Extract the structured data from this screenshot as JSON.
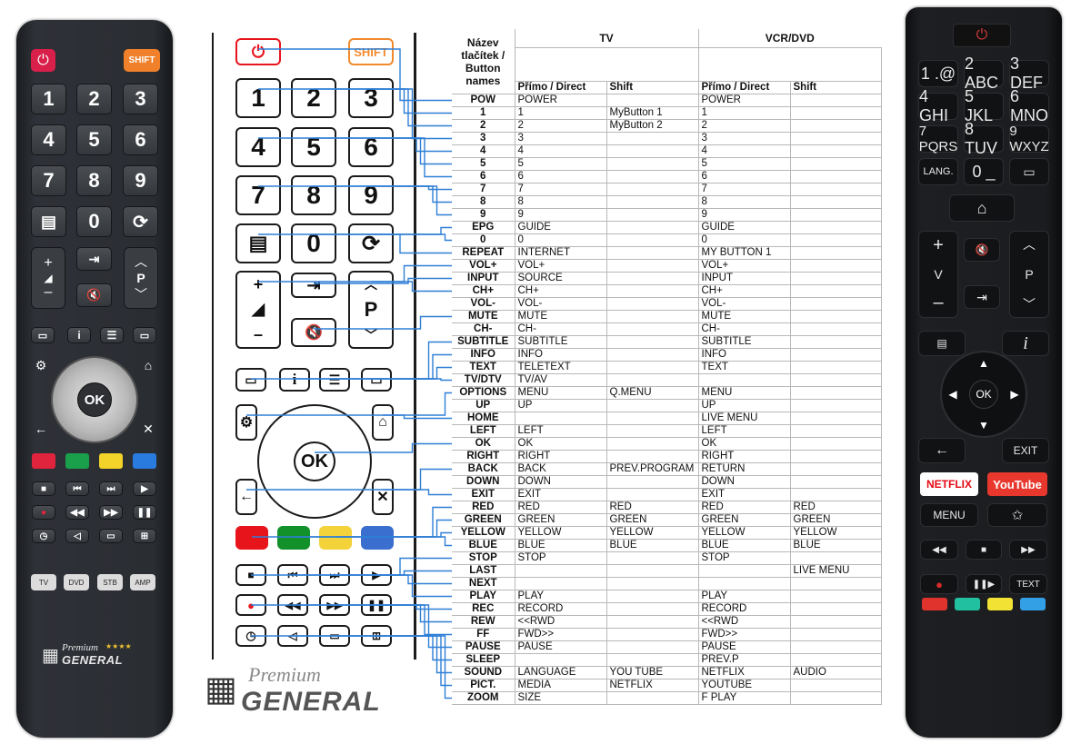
{
  "left_remote": {
    "power": "⏻",
    "shift": "SHIFT",
    "digits": [
      "1",
      "2",
      "3",
      "4",
      "5",
      "6",
      "7",
      "8",
      "9",
      "0"
    ],
    "p_label": "P",
    "ok": "OK",
    "source_buttons": [
      "TV",
      "DVD",
      "STB",
      "AMP"
    ],
    "brand_premium": "Premium",
    "brand_stars": "★★★★",
    "brand_name": "GENERAL"
  },
  "diagram": {
    "power": "⏻",
    "shift": "SHIFT",
    "digits": [
      "1",
      "2",
      "3",
      "4",
      "5",
      "6",
      "7",
      "8",
      "9",
      "0"
    ],
    "p_label": "P",
    "vol_plus": "+",
    "vol_minus": "–",
    "ok": "OK",
    "brand_premium": "Premium",
    "brand_name": "GENERAL",
    "colors": {
      "red": "#e8141c",
      "green": "#12912a",
      "yellow": "#f3d23a",
      "blue": "#3a6fd0",
      "power_border": "#e8141c",
      "shift_border": "#f08a2c"
    }
  },
  "table": {
    "header_name": [
      "Název",
      "tlačítek /",
      "Button",
      "names"
    ],
    "group_tv": "TV",
    "group_vcr": "VCR/DVD",
    "sub_direct": "Přímo / Direct",
    "sub_shift": "Shift",
    "rows": [
      {
        "name": "POW",
        "tv": "POWER",
        "tv_shift": "",
        "vcr": "POWER",
        "vcr_shift": ""
      },
      {
        "name": "1",
        "tv": "1",
        "tv_shift": "MyButton 1",
        "vcr": "1",
        "vcr_shift": ""
      },
      {
        "name": "2",
        "tv": "2",
        "tv_shift": "MyButton 2",
        "vcr": "2",
        "vcr_shift": ""
      },
      {
        "name": "3",
        "tv": "3",
        "tv_shift": "",
        "vcr": "3",
        "vcr_shift": ""
      },
      {
        "name": "4",
        "tv": "4",
        "tv_shift": "",
        "vcr": "4",
        "vcr_shift": ""
      },
      {
        "name": "5",
        "tv": "5",
        "tv_shift": "",
        "vcr": "5",
        "vcr_shift": ""
      },
      {
        "name": "6",
        "tv": "6",
        "tv_shift": "",
        "vcr": "6",
        "vcr_shift": ""
      },
      {
        "name": "7",
        "tv": "7",
        "tv_shift": "",
        "vcr": "7",
        "vcr_shift": ""
      },
      {
        "name": "8",
        "tv": "8",
        "tv_shift": "",
        "vcr": "8",
        "vcr_shift": ""
      },
      {
        "name": "9",
        "tv": "9",
        "tv_shift": "",
        "vcr": "9",
        "vcr_shift": ""
      },
      {
        "name": "EPG",
        "tv": "GUIDE",
        "tv_shift": "",
        "vcr": "GUIDE",
        "vcr_shift": ""
      },
      {
        "name": "0",
        "tv": "0",
        "tv_shift": "",
        "vcr": "0",
        "vcr_shift": ""
      },
      {
        "name": "REPEAT",
        "tv": "INTERNET",
        "tv_shift": "",
        "vcr": "MY BUTTON 1",
        "vcr_shift": ""
      },
      {
        "name": "VOL+",
        "tv": "VOL+",
        "tv_shift": "",
        "vcr": "VOL+",
        "vcr_shift": ""
      },
      {
        "name": "INPUT",
        "tv": "SOURCE",
        "tv_shift": "",
        "vcr": "INPUT",
        "vcr_shift": ""
      },
      {
        "name": "CH+",
        "tv": "CH+",
        "tv_shift": "",
        "vcr": "CH+",
        "vcr_shift": ""
      },
      {
        "name": "VOL-",
        "tv": "VOL-",
        "tv_shift": "",
        "vcr": "VOL-",
        "vcr_shift": ""
      },
      {
        "name": "MUTE",
        "tv": "MUTE",
        "tv_shift": "",
        "vcr": "MUTE",
        "vcr_shift": ""
      },
      {
        "name": "CH-",
        "tv": "CH-",
        "tv_shift": "",
        "vcr": "CH-",
        "vcr_shift": ""
      },
      {
        "name": "SUBTITLE",
        "tv": "SUBTITLE",
        "tv_shift": "",
        "vcr": "SUBTITLE",
        "vcr_shift": ""
      },
      {
        "name": "INFO",
        "tv": "INFO",
        "tv_shift": "",
        "vcr": "INFO",
        "vcr_shift": ""
      },
      {
        "name": "TEXT",
        "tv": "TELETEXT",
        "tv_shift": "",
        "vcr": "TEXT",
        "vcr_shift": ""
      },
      {
        "name": "TV/DTV",
        "tv": "TV/AV",
        "tv_shift": "",
        "vcr": "",
        "vcr_shift": ""
      },
      {
        "name": "OPTIONS",
        "tv": "MENU",
        "tv_shift": "Q.MENU",
        "vcr": "MENU",
        "vcr_shift": ""
      },
      {
        "name": "UP",
        "tv": "UP",
        "tv_shift": "",
        "vcr": "UP",
        "vcr_shift": ""
      },
      {
        "name": "HOME",
        "tv": "",
        "tv_shift": "",
        "vcr": "LIVE MENU",
        "vcr_shift": ""
      },
      {
        "name": "LEFT",
        "tv": "LEFT",
        "tv_shift": "",
        "vcr": "LEFT",
        "vcr_shift": ""
      },
      {
        "name": "OK",
        "tv": "OK",
        "tv_shift": "",
        "vcr": "OK",
        "vcr_shift": ""
      },
      {
        "name": "RIGHT",
        "tv": "RIGHT",
        "tv_shift": "",
        "vcr": "RIGHT",
        "vcr_shift": ""
      },
      {
        "name": "BACK",
        "tv": "BACK",
        "tv_shift": "PREV.PROGRAM",
        "vcr": "RETURN",
        "vcr_shift": ""
      },
      {
        "name": "DOWN",
        "tv": "DOWN",
        "tv_shift": "",
        "vcr": "DOWN",
        "vcr_shift": ""
      },
      {
        "name": "EXIT",
        "tv": "EXIT",
        "tv_shift": "",
        "vcr": "EXIT",
        "vcr_shift": ""
      },
      {
        "name": "RED",
        "tv": "RED",
        "tv_shift": "RED",
        "vcr": "RED",
        "vcr_shift": "RED"
      },
      {
        "name": "GREEN",
        "tv": "GREEN",
        "tv_shift": "GREEN",
        "vcr": "GREEN",
        "vcr_shift": "GREEN"
      },
      {
        "name": "YELLOW",
        "tv": "YELLOW",
        "tv_shift": "YELLOW",
        "vcr": "YELLOW",
        "vcr_shift": "YELLOW"
      },
      {
        "name": "BLUE",
        "tv": "BLUE",
        "tv_shift": "BLUE",
        "vcr": "BLUE",
        "vcr_shift": "BLUE"
      },
      {
        "name": "STOP",
        "tv": "STOP",
        "tv_shift": "",
        "vcr": "STOP",
        "vcr_shift": ""
      },
      {
        "name": "LAST",
        "tv": "",
        "tv_shift": "",
        "vcr": "",
        "vcr_shift": "LIVE MENU"
      },
      {
        "name": "NEXT",
        "tv": "",
        "tv_shift": "",
        "vcr": "",
        "vcr_shift": ""
      },
      {
        "name": "PLAY",
        "tv": "PLAY",
        "tv_shift": "",
        "vcr": "PLAY",
        "vcr_shift": ""
      },
      {
        "name": "REC",
        "tv": "RECORD",
        "tv_shift": "",
        "vcr": "RECORD",
        "vcr_shift": ""
      },
      {
        "name": "REW",
        "tv": "<<RWD",
        "tv_shift": "",
        "vcr": "<<RWD",
        "vcr_shift": ""
      },
      {
        "name": "FF",
        "tv": "FWD>>",
        "tv_shift": "",
        "vcr": "FWD>>",
        "vcr_shift": ""
      },
      {
        "name": "PAUSE",
        "tv": "PAUSE",
        "tv_shift": "",
        "vcr": "PAUSE",
        "vcr_shift": ""
      },
      {
        "name": "SLEEP",
        "tv": "",
        "tv_shift": "",
        "vcr": "PREV.P",
        "vcr_shift": ""
      },
      {
        "name": "SOUND",
        "tv": "LANGUAGE",
        "tv_shift": "YOU TUBE",
        "vcr": "NETFLIX",
        "vcr_shift": "AUDIO"
      },
      {
        "name": "PICT.",
        "tv": "MEDIA",
        "tv_shift": "NETFLIX",
        "vcr": "YOUTUBE",
        "vcr_shift": ""
      },
      {
        "name": "ZOOM",
        "tv": "SIZE",
        "tv_shift": "",
        "vcr": "F PLAY",
        "vcr_shift": ""
      }
    ]
  },
  "right_remote": {
    "power": "⏻",
    "keys": [
      "1 .@",
      "2 ABC",
      "3 DEF",
      "4 GHI",
      "5 JKL",
      "6 MNO",
      "7 PQRS",
      "8 TUV",
      "9 WXYZ",
      "LANG.",
      "0 _"
    ],
    "v_label": "V",
    "p_label": "P",
    "plus": "+",
    "minus": "–",
    "info": "i",
    "ok": "OK",
    "exit": "EXIT",
    "netflix": "NETFLIX",
    "youtube": "YouTube",
    "menu": "MENU",
    "text": "TEXT"
  }
}
